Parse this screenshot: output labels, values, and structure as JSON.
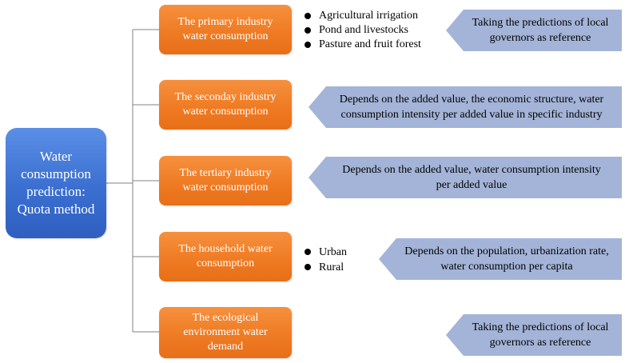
{
  "root": {
    "label": "Water\nconsumption\nprediction:\nQuota method"
  },
  "colors": {
    "root": "#3a6fd0",
    "node": "#ee7a22",
    "tag": "#a4b4d8",
    "connector": "#808080"
  },
  "nodes": [
    {
      "label": "The primary industry\nwater consumption"
    },
    {
      "label": "The seconday industry\nwater consumption"
    },
    {
      "label": "The tertiary industry\nwater consumption"
    },
    {
      "label": "The household water\nconsumption"
    },
    {
      "label": "The ecological\nenvironment water\ndemand"
    }
  ],
  "bullets": {
    "primary": [
      "Agricultural irrigation",
      "Pond and livestocks",
      "Pasture and fruit forest"
    ],
    "household": [
      "Urban",
      "Rural"
    ]
  },
  "tags": [
    {
      "text": "Taking the predictions of local\ngovernors as reference"
    },
    {
      "text": "Depends on the added value, the economic structure, water\nconsumption intensity per added value in specific industry"
    },
    {
      "text": "Depends on the added value, water consumption intensity\nper added value"
    },
    {
      "text": "Depends on the population, urbanization rate,\nwater consumption per capita"
    },
    {
      "text": "Taking the predictions of local\ngovernors as reference"
    }
  ]
}
